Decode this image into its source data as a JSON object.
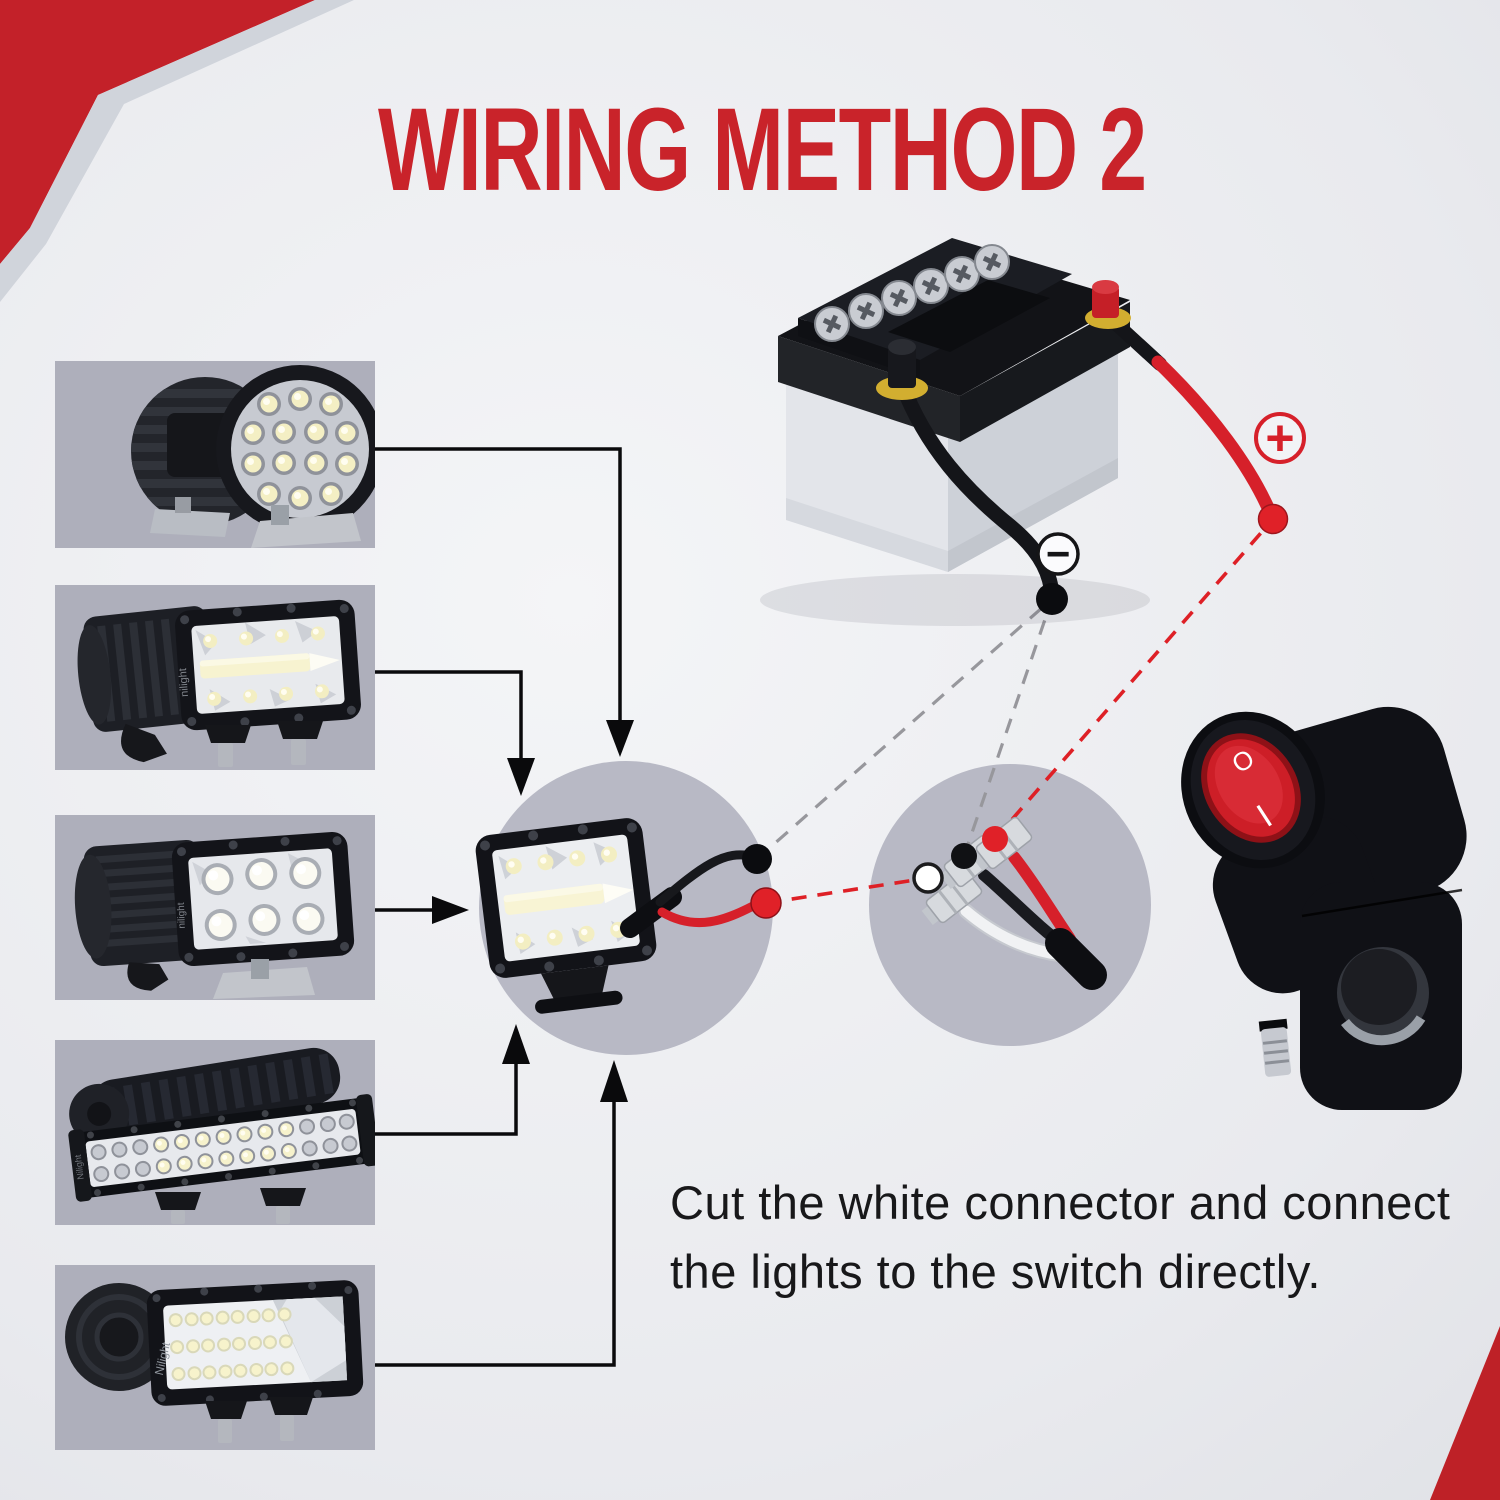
{
  "title": "WIRING METHOD 2",
  "note": {
    "line1": "Cut the white connector and connect",
    "line2": "the lights to the switch directly."
  },
  "battery": {
    "negative_symbol": "−",
    "positive_symbol": "+"
  },
  "switch": {
    "off_label": "O",
    "on_label": "I"
  },
  "products": [
    {
      "id": "round-led-work-light-pair"
    },
    {
      "id": "triple-row-led-pod-pair",
      "brand": "nilight"
    },
    {
      "id": "dual-row-led-pod-pair",
      "brand": "nilight"
    },
    {
      "id": "double-row-led-light-bar",
      "brand": "Nilight"
    },
    {
      "id": "flood-led-pod-pair",
      "brand": "Nilight"
    }
  ],
  "colors": {
    "accent_red": "#C9232A",
    "wire_red": "#D6202A",
    "dashed_gray": "#97979C",
    "tile_bg": "#AEAFBB",
    "circle_bg": "#B8B9C5"
  }
}
